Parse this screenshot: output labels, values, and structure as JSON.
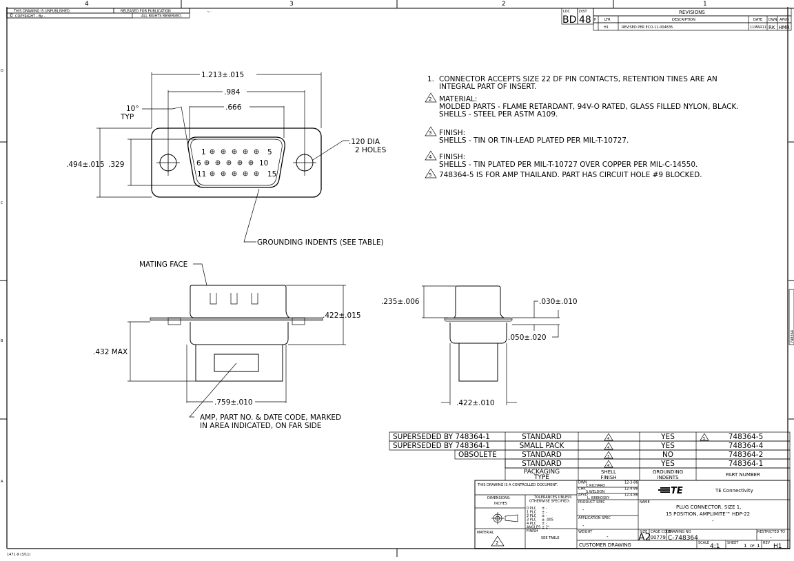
{
  "border": {
    "zones_top": [
      "4",
      "3",
      "2",
      "1"
    ],
    "zones_left": [
      "D",
      "C",
      "B",
      "A"
    ],
    "form_number": "1471-9 (3/11)"
  },
  "header": {
    "unpublished": "THIS DRAWING IS UNPUBLISHED.",
    "released": "RELEASED FOR PUBLICATION",
    "release_value": "-,- .",
    "copyright": "COPYRIGHT  -   By -",
    "rights": "ALL RIGHTS RESERVED.",
    "loc_label": "LOC",
    "loc_value": "BD",
    "dist_label": "DIST",
    "dist_value": "48"
  },
  "revisions": {
    "title": "REVISIONS",
    "columns": [
      "P",
      "LTR",
      "DESCRIPTION",
      "DATE",
      "DWN",
      "APVD"
    ],
    "rows": [
      {
        "p": "",
        "ltr": "H1",
        "description": "REVISED PER ECO-11-004835",
        "date": "11MAR11",
        "dwn": "RK",
        "apvd": "HMR"
      }
    ]
  },
  "front_view": {
    "dim_overall": "1.213±.015",
    "dim_holes": ".984",
    "dim_shell": ".666",
    "angle": "10°",
    "angle_note": "TYP",
    "hole_dia": ".120 DIA",
    "hole_count": "2 HOLES",
    "dim_height": ".494±.015",
    "dim_shell_height": ".329",
    "pin_labels": [
      "1",
      "5",
      "6",
      "10",
      "11",
      "15"
    ]
  },
  "side_view": {
    "grounding_label": "GROUNDING INDENTS (SEE TABLE)",
    "mating_face": "MATING FACE",
    "dim_height": ".422±.015",
    "dim_max": ".432 MAX",
    "dim_width": ".759±.010",
    "marking_note_1": "AMP, PART NO. & DATE CODE, MARKED",
    "marking_note_2": "IN AREA INDICATED, ON FAR SIDE"
  },
  "end_view": {
    "dim_top": ".235±.006",
    "dim_flange": ".030±.010",
    "dim_offset": ".050±.020",
    "dim_width": ".422±.010"
  },
  "notes": [
    {
      "flag": "1.",
      "lines": [
        "CONNECTOR ACCEPTS SIZE 22 DF PIN CONTACTS, RETENTION TINES ARE AN",
        "INTEGRAL PART OF INSERT."
      ]
    },
    {
      "flag": "2",
      "lines": [
        "MATERIAL:",
        "MOLDED PARTS - FLAME RETARDANT, 94V-O RATED, GLASS FILLED NYLON, BLACK.",
        "SHELLS - STEEL PER ASTM A109."
      ]
    },
    {
      "flag": "3",
      "lines": [
        "FINISH:",
        "SHELLS - TIN OR TIN-LEAD PLATED PER MIL-T-10727."
      ]
    },
    {
      "flag": "4",
      "lines": [
        "FINISH:",
        "SHELLS - TIN PLATED PER MIL-T-10727 OVER COPPER PER MIL-C-14550."
      ]
    },
    {
      "flag": "5",
      "lines": [
        "748364-5 IS FOR AMP THAILAND. PART HAS CIRCUIT HOLE #9 BLOCKED."
      ]
    }
  ],
  "part_table": {
    "headers": {
      "packaging_1": "PACKAGING",
      "packaging_2": "TYPE",
      "shell_1": "SHELL",
      "shell_2": "FINISH",
      "ground_1": "GROUNDING",
      "ground_2": "INDENTS",
      "part": "PART NUMBER"
    },
    "rows": [
      {
        "status": "SUPERSEDED BY 748364-1",
        "packaging": "STANDARD",
        "finish": "4",
        "grounding": "YES",
        "flag": "5",
        "part": "748364-5"
      },
      {
        "status": "SUPERSEDED BY 748364-1",
        "packaging": "SMALL PACK",
        "finish": "4",
        "grounding": "YES",
        "flag": "",
        "part": "748364-4"
      },
      {
        "status": "OBSOLETE",
        "packaging": "STANDARD",
        "finish": "3",
        "grounding": "NO",
        "flag": "",
        "part": "748364-2"
      },
      {
        "status": "",
        "packaging": "STANDARD",
        "finish": "4",
        "grounding": "YES",
        "flag": "",
        "part": "748364-1"
      }
    ]
  },
  "title_block": {
    "controlled": "THIS DRAWING IS A CONTROLLED DOCUMENT.",
    "dimensions_label": "DIMENSIONS:",
    "dimensions_unit": "INCHES",
    "tolerance_title_1": "TOLERANCES UNLESS",
    "tolerance_title_2": "OTHERWISE SPECIFIED:",
    "tolerances": [
      {
        "plc": "0 PLC",
        "val": "± -"
      },
      {
        "plc": "1 PLC",
        "val": "± -"
      },
      {
        "plc": "2 PLC",
        "val": "± -"
      },
      {
        "plc": "3 PLC",
        "val": "± .005"
      },
      {
        "plc": "4 PLC",
        "val": "± -"
      },
      {
        "plc": "ANGLES",
        "val": "± 2°"
      }
    ],
    "material_label": "MATERIAL",
    "material_flag": "2",
    "finish_label": "FINISH",
    "finish_value": "SEE TABLE",
    "dwn_label": "DWN",
    "dwn_name": "C.RICHARD",
    "dwn_date": "12-3-86",
    "chk_label": "CHK",
    "chk_name": "S.WELDON",
    "chk_date": "12-4-86",
    "apvd_label": "APVD",
    "apvd_name": "L. BREKOSKY",
    "apvd_date": "12-4-86",
    "product_spec_label": "PRODUCT SPEC",
    "product_spec": "-",
    "application_spec_label": "APPLICATION SPEC",
    "application_spec": "-",
    "weight_label": "WEIGHT",
    "weight": "-",
    "customer": "CUSTOMER DRAWING",
    "logo": "TE",
    "company": "TE Connectivity",
    "name_label": "NAME",
    "name_1": "PLUG CONNECTOR, SIZE 1,",
    "name_2": "15 POSITION, AMPLIMITE™ HDP-22",
    "name_3": "-",
    "size_label": "SIZE",
    "size": "A2",
    "cage_label": "CAGE CODE",
    "cage": "00779",
    "dwg_label": "DRAWING NO",
    "dwg": "C-748364",
    "restricted_label": "RESTRICTED TO",
    "restricted": "-",
    "scale_label": "SCALE",
    "scale": "4:1",
    "sheet_label": "SHEET",
    "sheet": "1",
    "sheet_of": "OF",
    "sheet_total": "1",
    "rev_label": "REV",
    "rev": "H1"
  },
  "side_tab": "748364"
}
